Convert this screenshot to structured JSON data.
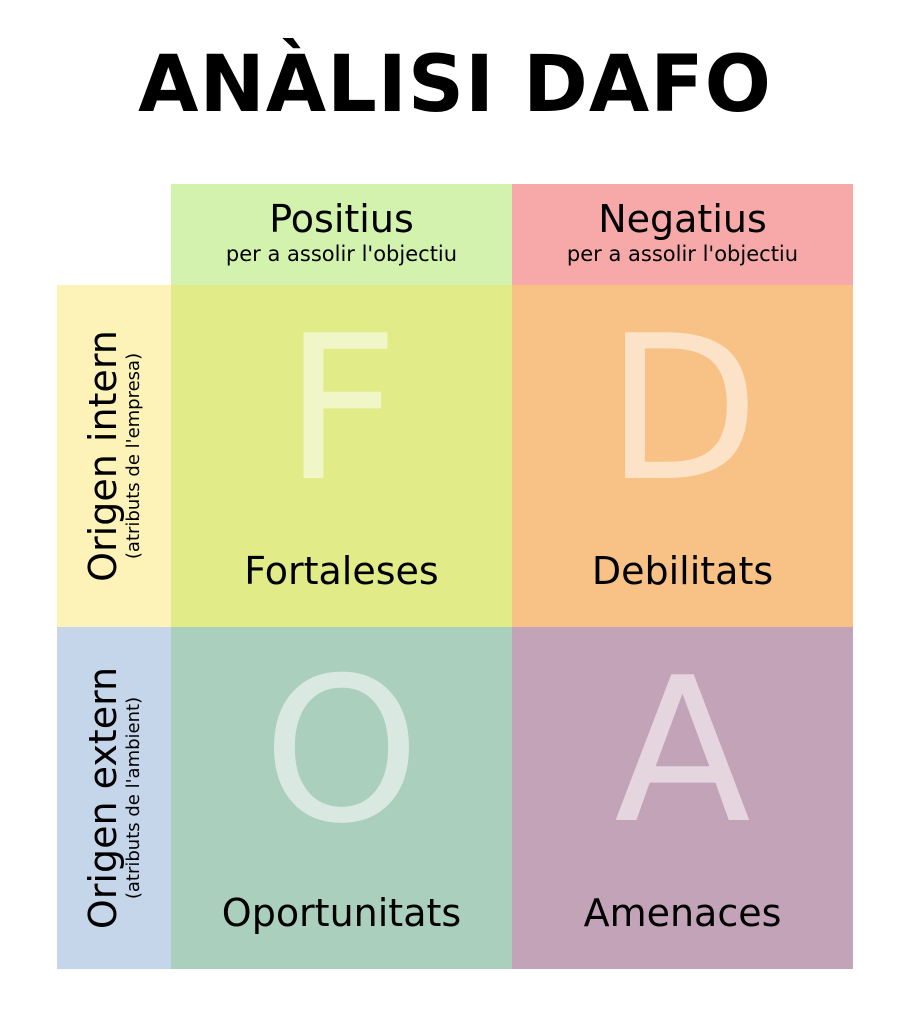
{
  "title": "ANÀLISI DAFO",
  "columns": [
    {
      "label": "Positius",
      "sublabel": "per a assolir l'objectiu",
      "color": "#d2f2ad"
    },
    {
      "label": "Negatius",
      "sublabel": "per a assolir l'objectiu",
      "color": "#f7a9a9"
    }
  ],
  "rows": [
    {
      "label": "Origen intern",
      "sublabel": "(atributs de l'empresa)",
      "color": "#fdf3b8"
    },
    {
      "label": "Origen extern",
      "sublabel": "(atributs de l'ambient)",
      "color": "#c5d6ea"
    }
  ],
  "cells": [
    {
      "letter": "F",
      "label": "Fortaleses",
      "color": "#e1ec88"
    },
    {
      "letter": "D",
      "label": "Debilitats",
      "color": "#f8c286"
    },
    {
      "letter": "O",
      "label": "Oportunitats",
      "color": "#aacfbc"
    },
    {
      "letter": "A",
      "label": "Amenaces",
      "color": "#c3a3b8"
    }
  ]
}
